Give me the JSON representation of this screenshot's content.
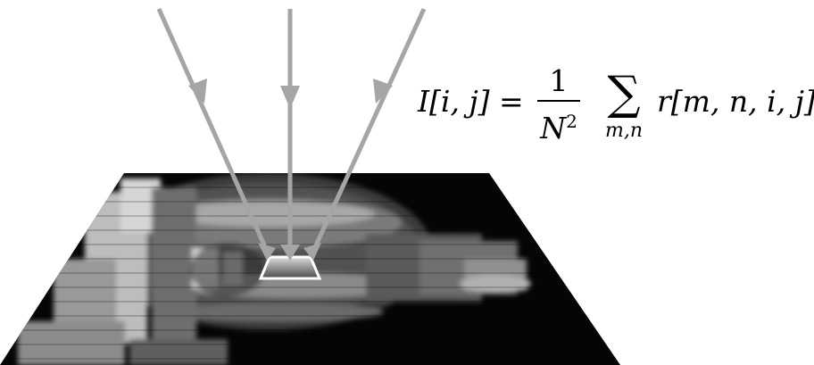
{
  "formula": {
    "lhs": "I[i, j] =",
    "numerator": "1",
    "denominator_base": "N",
    "denominator_exp": "2",
    "sum_symbol": "∑",
    "sum_subscript": "m,n",
    "summand": "r[m, n, i, j]"
  },
  "colors": {
    "ray": "#a5a5a5",
    "patch_outline": "#ffffff",
    "background": "#ffffff",
    "image_plane": "#050505"
  },
  "image_plane": {
    "kind": "grayscale pixelated slice texture"
  },
  "rays": {
    "count": 3,
    "direction": "converging downward onto patch"
  }
}
